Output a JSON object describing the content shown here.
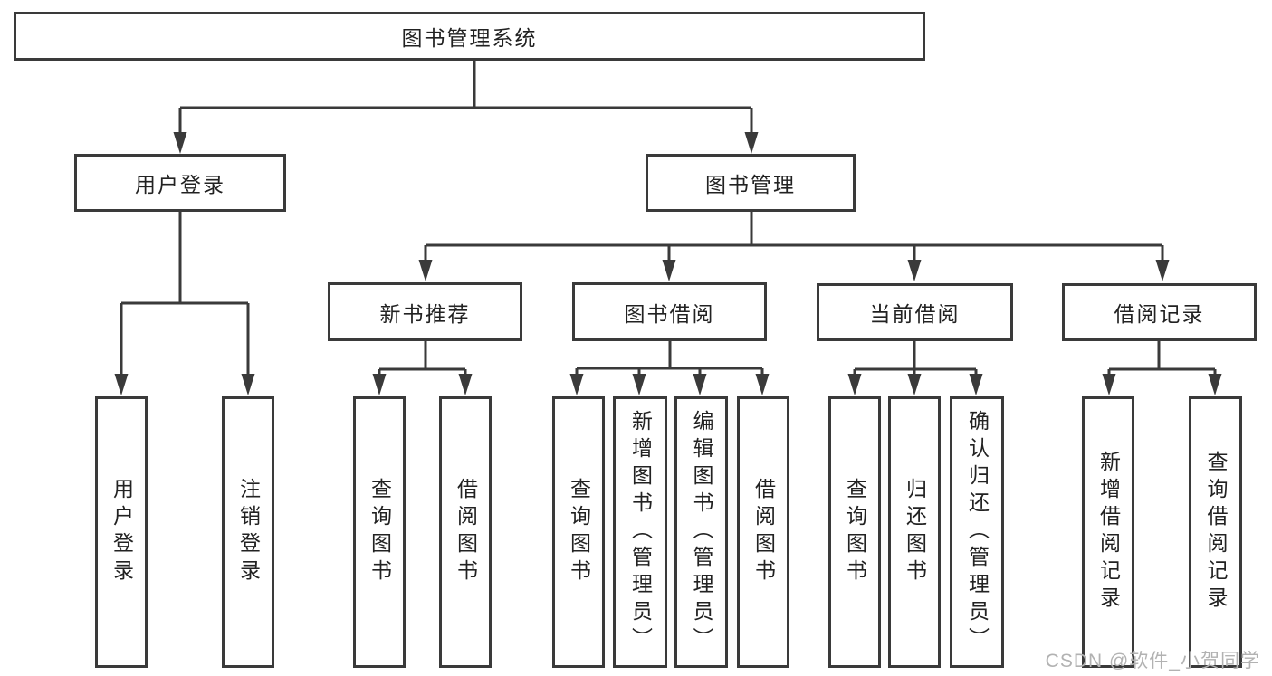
{
  "diagram": {
    "type": "hierarchy-flowchart",
    "tree": {
      "label": "图书管理系统",
      "children": [
        {
          "label": "用户登录",
          "children": [
            {
              "label": "用户登录"
            },
            {
              "label": "注销登录"
            }
          ]
        },
        {
          "label": "图书管理",
          "children": [
            {
              "label": "新书推荐",
              "children": [
                {
                  "label": "查询图书"
                },
                {
                  "label": "借阅图书"
                }
              ]
            },
            {
              "label": "图书借阅",
              "children": [
                {
                  "label": "查询图书"
                },
                {
                  "label": "新增图书（管理员）"
                },
                {
                  "label": "编辑图书（管理员）"
                },
                {
                  "label": "借阅图书"
                }
              ]
            },
            {
              "label": "当前借阅",
              "children": [
                {
                  "label": "查询图书"
                },
                {
                  "label": "归还图书"
                },
                {
                  "label": "确认归还（管理员）"
                }
              ]
            },
            {
              "label": "借阅记录",
              "children": [
                {
                  "label": "新增借阅记录"
                },
                {
                  "label": "查询借阅记录"
                }
              ]
            }
          ]
        }
      ]
    },
    "colors": {
      "line": "#3a3a3a",
      "text": "#222222",
      "background": "#ffffff",
      "watermark": "#b2b2b2"
    }
  },
  "watermark": {
    "text": "CSDN @软件_小贺同学"
  }
}
